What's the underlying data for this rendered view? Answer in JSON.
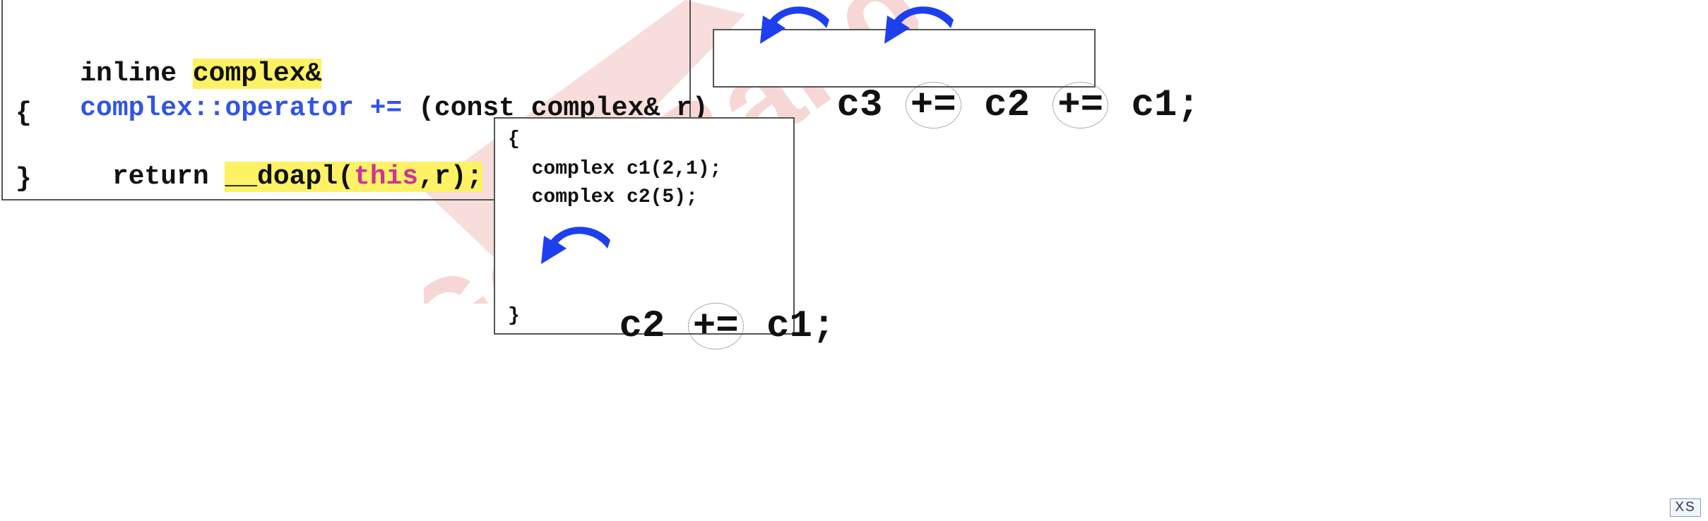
{
  "main_code": {
    "line1_plain": "inline ",
    "line1_hl": "complex&",
    "line2_kw": "complex::operator +=",
    "line2_rest": " (const complex& r)",
    "line3": "{",
    "line4_plain": "  return ",
    "line4_hl_a": "__doapl(",
    "line4_this": "this",
    "line4_hl_b": ",r);",
    "line5": "}"
  },
  "chain_example": {
    "c3": "c3",
    "op1": "+=",
    "c2": "c2",
    "op2": "+=",
    "c1": "c1;"
  },
  "usage_example": {
    "open": "{",
    "decl1": "  complex c1(2,1);",
    "decl2": "  complex c2(5);",
    "lhs": "c2",
    "op": "+=",
    "rhs": "c1;",
    "close": "}"
  },
  "watermark": {
    "text": "GeekBand",
    "color": "#d9665c"
  },
  "corner_badge": {
    "label": "XS"
  },
  "colors": {
    "highlight": "#fdf266",
    "keyword": "#2f55e6",
    "this_keyword": "#cc3399",
    "arrow": "#1e3ff0"
  },
  "icons": {
    "arrow": "curved-arrow-icon"
  }
}
